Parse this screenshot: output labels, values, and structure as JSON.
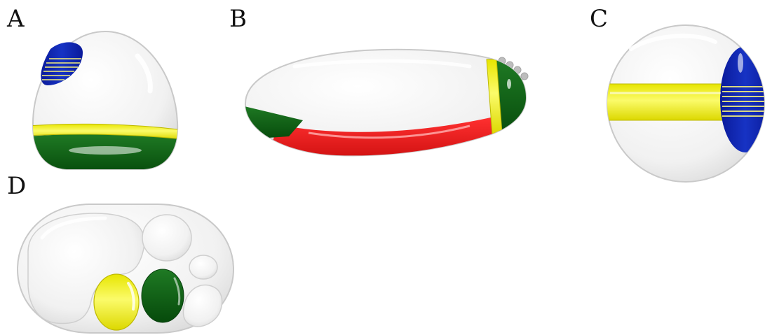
{
  "panels": {
    "a": {
      "label": "A"
    },
    "b": {
      "label": "B"
    },
    "c": {
      "label": "C"
    },
    "d": {
      "label": "D"
    }
  },
  "colors": {
    "blue": "#0a1fa8",
    "yellow": "#f2ef1a",
    "green": "#0b5e12",
    "red": "#e01212",
    "cell": "#eeeeee",
    "outline": "#c8c8c8"
  }
}
